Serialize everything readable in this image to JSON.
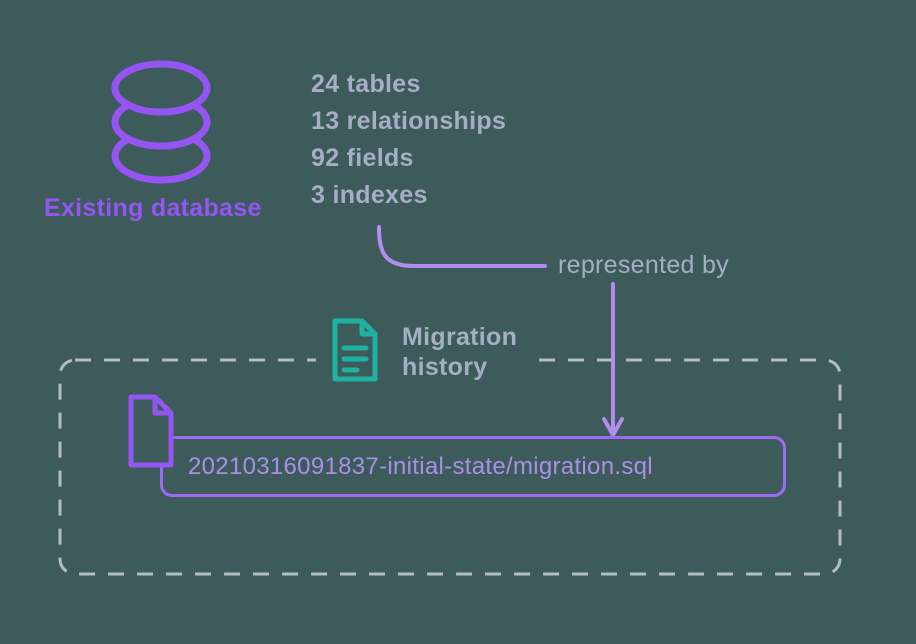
{
  "colors": {
    "background": "#3D5B5B",
    "purple": "#9455F3",
    "light_purple": "#B48CF0",
    "pill_border": "#9E6BF0",
    "pill_text": "#A98FE6",
    "muted_text": "#A5AEC5",
    "teal": "#20B2A0",
    "dashed_border": "#B3BEBE"
  },
  "database": {
    "icon": "database-icon",
    "label": "Existing database",
    "stats": [
      "24 tables",
      "13 relationships",
      "92 fields",
      "3 indexes"
    ]
  },
  "annotation": {
    "represented_by": "represented by"
  },
  "migration_history": {
    "icon": "document-icon",
    "line1": "Migration",
    "line2": "history"
  },
  "migration_file": {
    "icon": "file-icon",
    "filename": "20210316091837-initial-state/migration.sql"
  }
}
